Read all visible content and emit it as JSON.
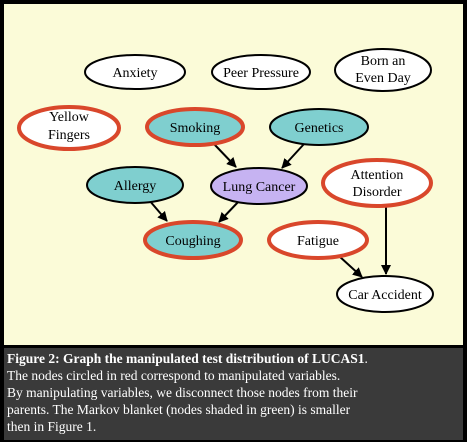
{
  "colors": {
    "background": "#fbfbd8",
    "manipulated_border": "#d9472b",
    "plain_border": "#000000",
    "markov_fill": "#7fcfcf",
    "target_fill": "#c6b3f2",
    "plain_fill": "#ffffff"
  },
  "nodes": {
    "anxiety": {
      "label": "Anxiety"
    },
    "peer_pressure": {
      "label": "Peer Pressure"
    },
    "born_even_day": {
      "lines": [
        "Born an",
        "Even Day"
      ]
    },
    "yellow_fingers": {
      "lines": [
        "Yellow",
        "Fingers"
      ]
    },
    "smoking": {
      "label": "Smoking"
    },
    "genetics": {
      "label": "Genetics"
    },
    "allergy": {
      "label": "Allergy"
    },
    "lung_cancer": {
      "label": "Lung Cancer"
    },
    "attention_disorder": {
      "lines": [
        "Attention",
        "Disorder"
      ]
    },
    "coughing": {
      "label": "Coughing"
    },
    "fatigue": {
      "label": "Fatigue"
    },
    "car_accident": {
      "label": "Car Accident"
    }
  },
  "edges": [
    [
      "smoking",
      "lung_cancer"
    ],
    [
      "genetics",
      "lung_cancer"
    ],
    [
      "allergy",
      "coughing"
    ],
    [
      "lung_cancer",
      "coughing"
    ],
    [
      "fatigue",
      "car_accident"
    ],
    [
      "attention_disorder",
      "car_accident"
    ]
  ],
  "caption": {
    "title": "Figure 2: Graph the manipulated test distribution of LUCAS1",
    "title_end": ".",
    "lines": [
      "The nodes circled in red correspond to manipulated variables.",
      "By manipulating variables, we disconnect those nodes from their",
      "parents. The Markov blanket (nodes shaded in green) is smaller",
      "then in Figure 1."
    ]
  }
}
